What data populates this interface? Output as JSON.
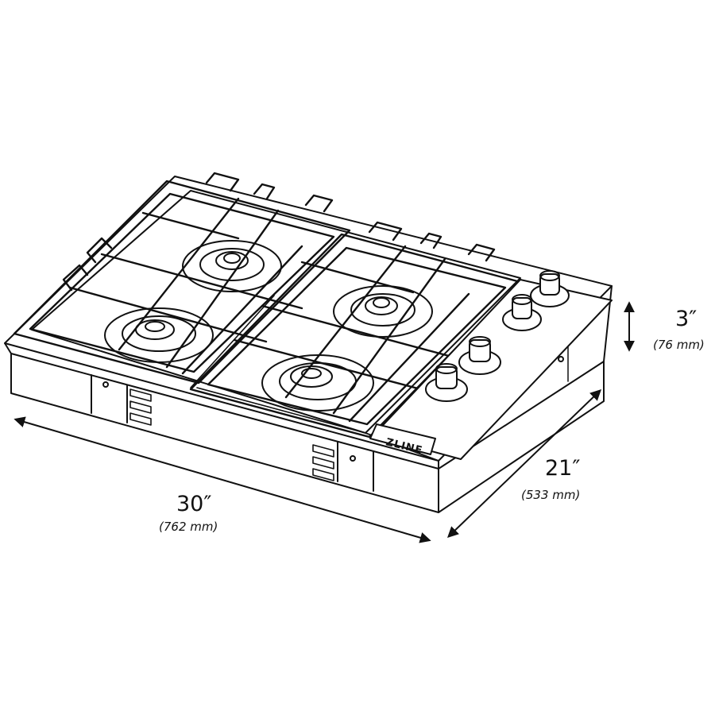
{
  "brand": "ZLINE",
  "dimensions": {
    "width": {
      "imperial": "30″",
      "metric": "(762 mm)"
    },
    "depth": {
      "imperial": "21″",
      "metric": "(533 mm)"
    },
    "height": {
      "imperial": "3″",
      "metric": "(76 mm)"
    }
  },
  "burner_count": 4,
  "knob_count": 4,
  "colors": {
    "line": "#111111",
    "background": "#ffffff"
  }
}
